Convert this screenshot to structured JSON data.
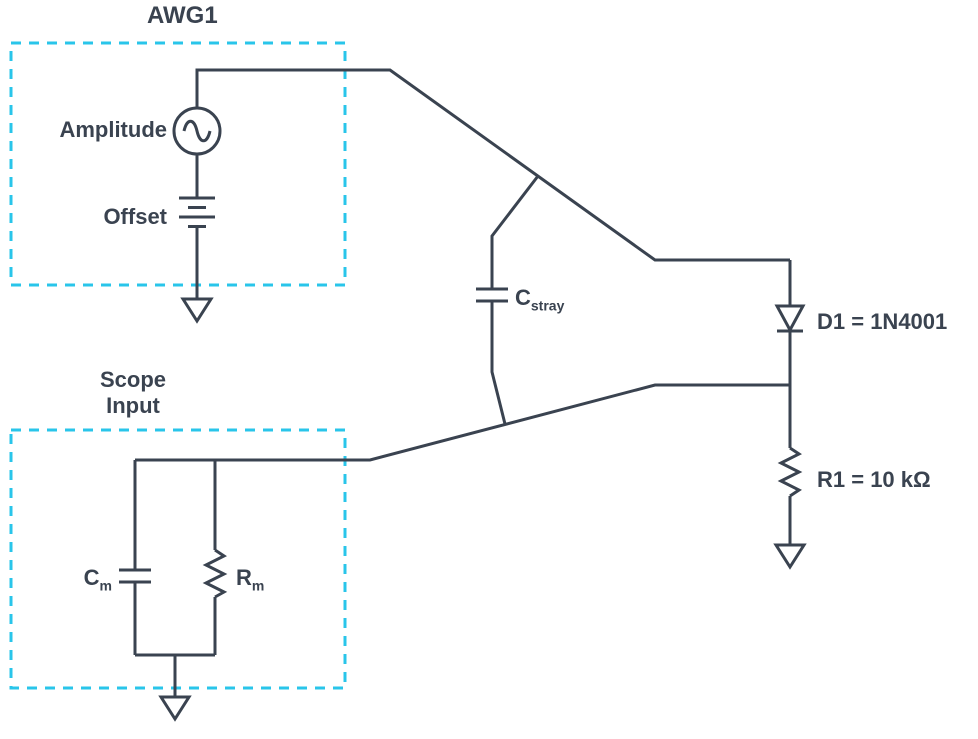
{
  "colors": {
    "line": "#3A4350",
    "dashed_box": "#29C5EA",
    "background": "#FFFFFF"
  },
  "awg1": {
    "title": "AWG1",
    "amplitude_label": "Amplitude",
    "offset_label": "Offset"
  },
  "scope_input": {
    "title_line1": "Scope",
    "title_line2": "Input",
    "cm_label": {
      "main": "C",
      "sub": "m"
    },
    "rm_label": {
      "main": "R",
      "sub": "m"
    }
  },
  "components": {
    "cstray_label": {
      "main": "C",
      "sub": "stray"
    },
    "d1_label": "D1 = 1N4001",
    "r1_label": "R1 = 10 kΩ"
  }
}
